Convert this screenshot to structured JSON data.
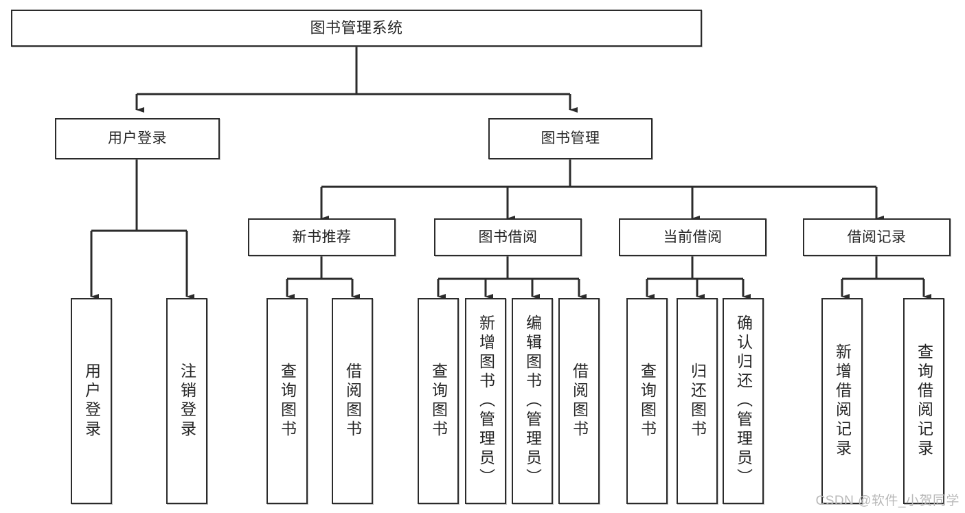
{
  "diagram": {
    "type": "tree-hierarchy",
    "title": "图书管理系统",
    "colors": {
      "box_border": "#2b2b2b",
      "box_fill": "#ffffff",
      "line": "#2b2b2b",
      "text": "#262626",
      "watermark": "#b9b9b9"
    },
    "root": {
      "label": "图书管理系统",
      "orientation": "horizontal"
    },
    "level2": [
      {
        "id": "user-login",
        "label": "用户登录",
        "orientation": "horizontal"
      },
      {
        "id": "book-manage",
        "label": "图书管理",
        "orientation": "horizontal"
      }
    ],
    "level3": [
      {
        "id": "new-book-recommend",
        "label": "新书推荐",
        "orientation": "horizontal",
        "parent": "book-manage"
      },
      {
        "id": "book-borrow",
        "label": "图书借阅",
        "orientation": "horizontal",
        "parent": "book-manage"
      },
      {
        "id": "current-borrow",
        "label": "当前借阅",
        "orientation": "horizontal",
        "parent": "book-manage"
      },
      {
        "id": "borrow-record",
        "label": "借阅记录",
        "orientation": "horizontal",
        "parent": "book-manage"
      }
    ],
    "leaves": [
      {
        "id": "leaf-user-login",
        "label": "用户登录",
        "parent": "user-login"
      },
      {
        "id": "leaf-user-logout",
        "label": "注销登录",
        "parent": "user-login"
      },
      {
        "id": "leaf-query-book-1",
        "label": "查询图书",
        "parent": "new-book-recommend"
      },
      {
        "id": "leaf-borrow-book-1",
        "label": "借阅图书",
        "parent": "new-book-recommend"
      },
      {
        "id": "leaf-query-book-2",
        "label": "查询图书",
        "parent": "book-borrow"
      },
      {
        "id": "leaf-add-book",
        "label": "新增图书（管理员）",
        "parent": "book-borrow"
      },
      {
        "id": "leaf-edit-book",
        "label": "编辑图书（管理员）",
        "parent": "book-borrow"
      },
      {
        "id": "leaf-borrow-book-2",
        "label": "借阅图书",
        "parent": "book-borrow"
      },
      {
        "id": "leaf-query-book-3",
        "label": "查询图书",
        "parent": "current-borrow"
      },
      {
        "id": "leaf-return-book",
        "label": "归还图书",
        "parent": "current-borrow"
      },
      {
        "id": "leaf-confirm-return",
        "label": "确认归还（管理员）",
        "parent": "current-borrow"
      },
      {
        "id": "leaf-add-record",
        "label": "新增借阅记录",
        "parent": "borrow-record"
      },
      {
        "id": "leaf-query-record",
        "label": "查询借阅记录",
        "parent": "borrow-record"
      }
    ],
    "watermark": "CSDN @软件_小贺同学"
  }
}
